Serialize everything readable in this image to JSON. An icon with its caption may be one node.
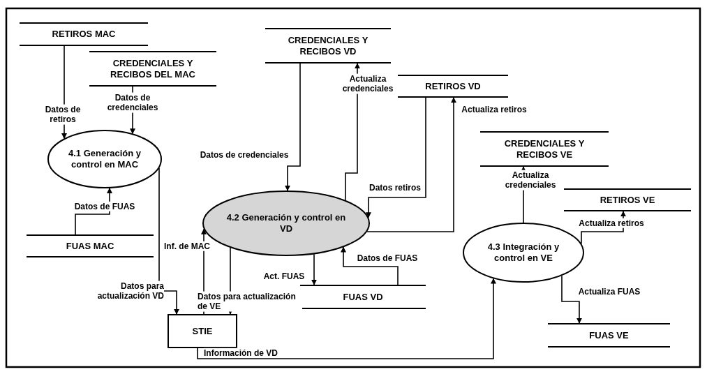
{
  "diagram": {
    "nodes": [
      {
        "text": [
          "RETIROS MAC"
        ]
      },
      {
        "text": [
          "CREDENCIALES Y RECIBOS DEL MAC"
        ]
      },
      {
        "text": [
          "4.1 Generación y control en MAC"
        ]
      },
      {
        "text": [
          "FUAS MAC"
        ]
      },
      {
        "text": [
          "CREDENCIALES Y RECIBOS VD"
        ]
      },
      {
        "text": [
          "RETIROS VD"
        ]
      },
      {
        "text": [
          "4.2 Generación y control en VD"
        ]
      },
      {
        "text": [
          "CREDENCIALES Y RECIBOS VE"
        ]
      },
      {
        "text": [
          "RETIROS VE"
        ]
      },
      {
        "text": [
          "4.3 Integración y control en VE"
        ]
      },
      {
        "text": [
          "FUAS VD"
        ]
      },
      {
        "text": [
          "STIE"
        ]
      },
      {
        "text": [
          "FUAS VE"
        ]
      }
    ],
    "edges": [
      {
        "from": 0,
        "to": 2,
        "arrow": "to",
        "label": "Datos de retiros"
      },
      {
        "from": 1,
        "to": 2,
        "arrow": "to",
        "label": "Datos de credenciales"
      },
      {
        "from": 3,
        "to": 2,
        "arrow": "to",
        "label": "Datos de FUAS"
      },
      {
        "from": 2,
        "to": 11,
        "arrow": "to",
        "label": "Datos para actualización VD"
      },
      {
        "from": 11,
        "to": 6,
        "arrow": "to",
        "label": "Inf. de MAC"
      },
      {
        "from": 6,
        "to": 11,
        "arrow": "to",
        "label": "Datos para actualización de VE"
      },
      {
        "from": 4,
        "to": 6,
        "arrow": "to",
        "label": "Datos de credenciales"
      },
      {
        "from": 6,
        "to": 4,
        "arrow": "to",
        "label": "Actualiza credenciales"
      },
      {
        "from": 5,
        "to": 6,
        "arrow": "to",
        "label": "Datos retiros"
      },
      {
        "from": 6,
        "to": 5,
        "arrow": "to",
        "label": "Actualiza retiros"
      },
      {
        "from": 6,
        "to": 10,
        "arrow": "to",
        "label": "Act. FUAS"
      },
      {
        "from": 10,
        "to": 6,
        "arrow": "to",
        "label": "Datos de FUAS"
      },
      {
        "from": 11,
        "to": 9,
        "arrow": "to",
        "label": "Información de VD"
      },
      {
        "from": 9,
        "to": 7,
        "arrow": "to",
        "label": "Actualiza credenciales"
      },
      {
        "from": 9,
        "to": 8,
        "arrow": "to",
        "label": "Actualiza retiros"
      },
      {
        "from": 9,
        "to": 12,
        "arrow": "to",
        "label": "Actualiza FUAS"
      }
    ]
  }
}
